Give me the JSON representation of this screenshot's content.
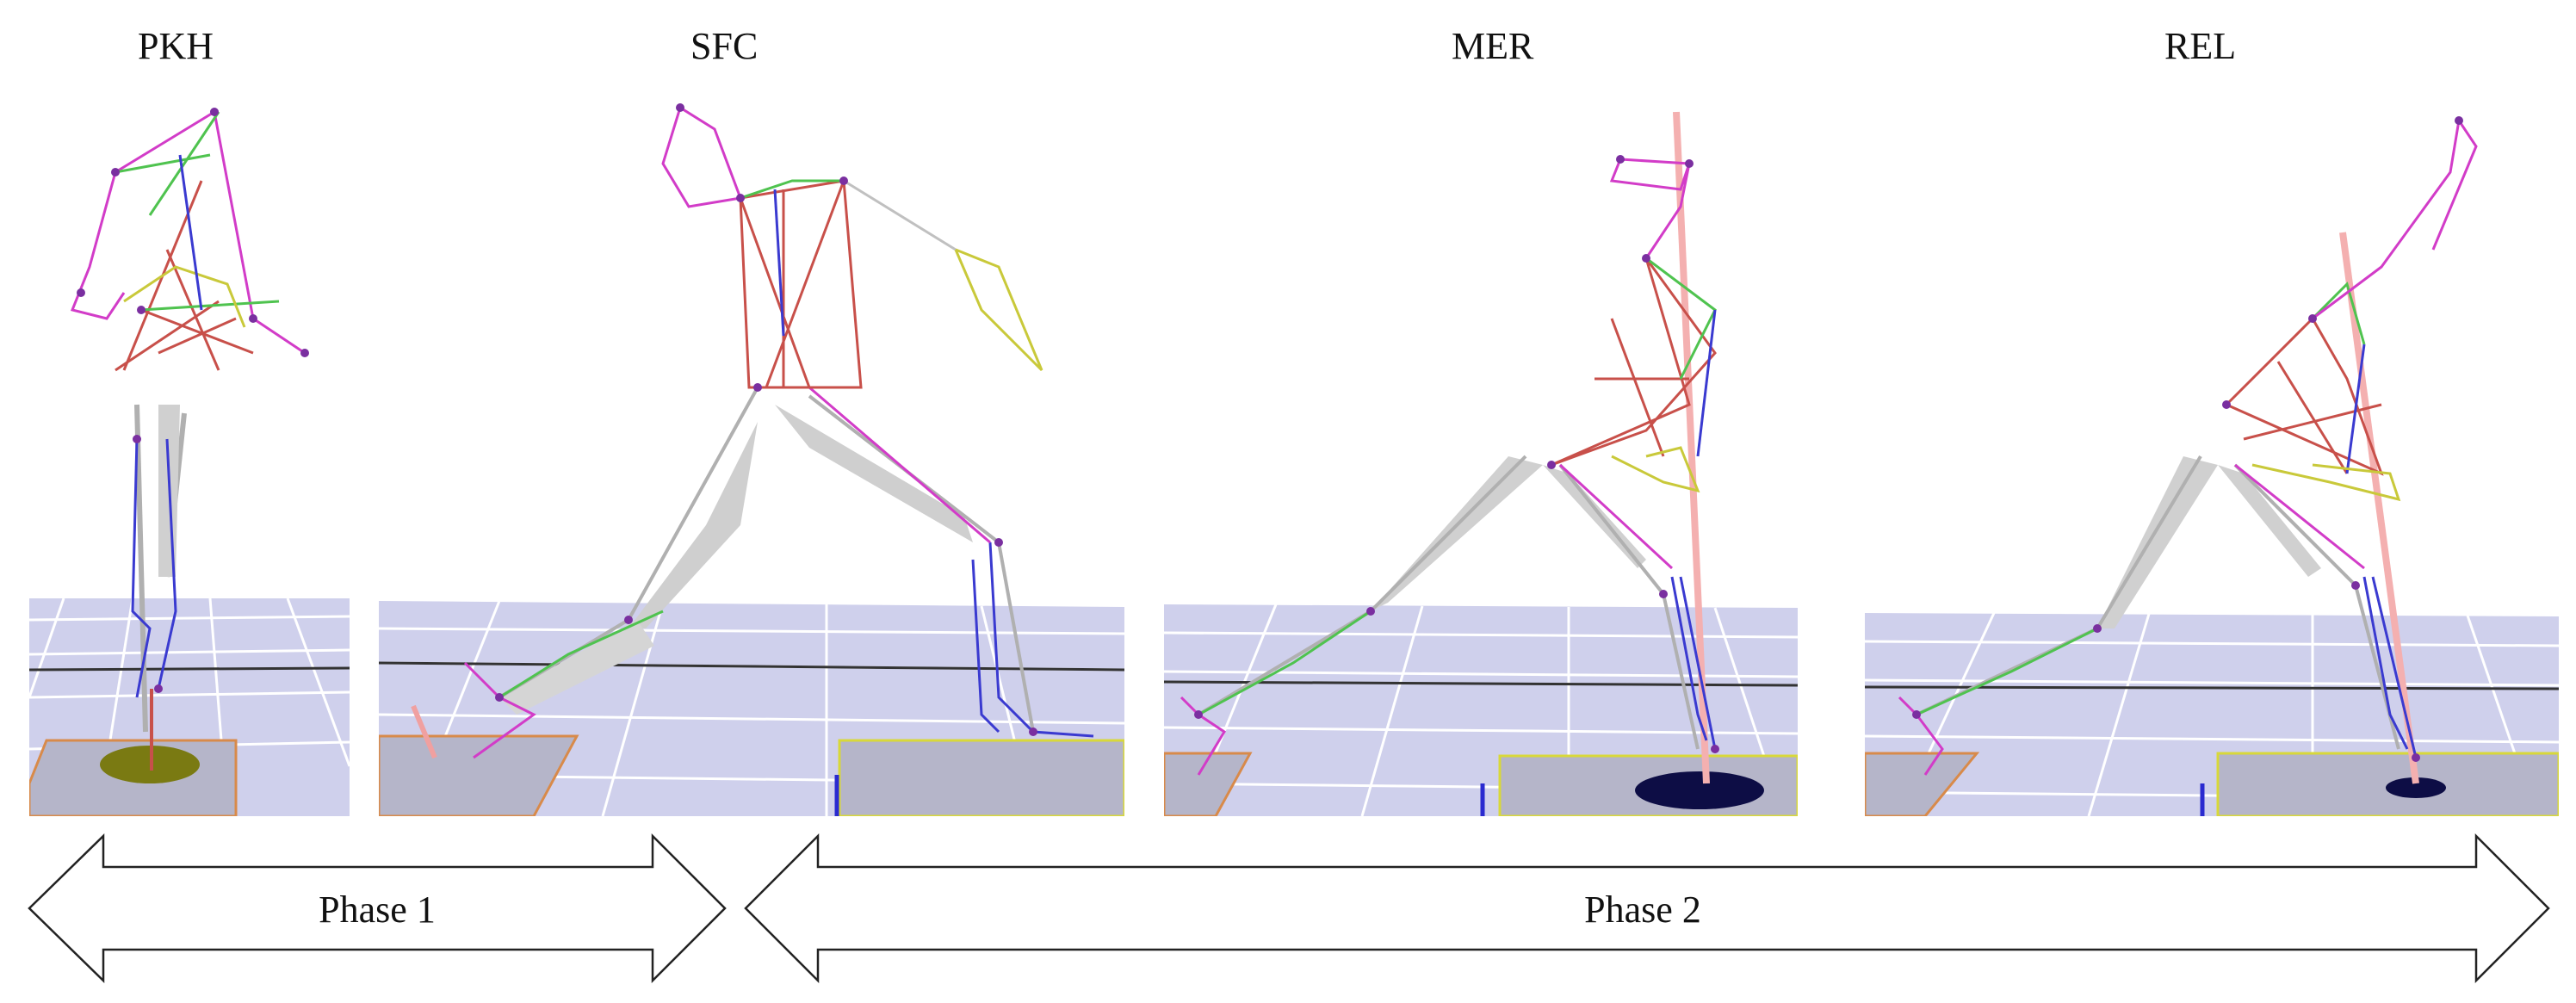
{
  "labels": {
    "pkh": "PKH",
    "sfc": "SFC",
    "mer": "MER",
    "rel": "REL"
  },
  "phases": {
    "phase1": "Phase 1",
    "phase2": "Phase 2"
  },
  "colors": {
    "floor": "#cfd0ec",
    "grid": "#ffffff",
    "bone": "#c9c9c9",
    "marker_red": "#c8504a",
    "marker_green": "#4fc34f",
    "marker_magenta": "#d23cc8",
    "marker_blue": "#3a3ad0",
    "marker_yellow": "#c9c93a",
    "force_plate_disc_pkh": "#7a7a12",
    "force_plate_disc_mer": "#0d0d45"
  }
}
